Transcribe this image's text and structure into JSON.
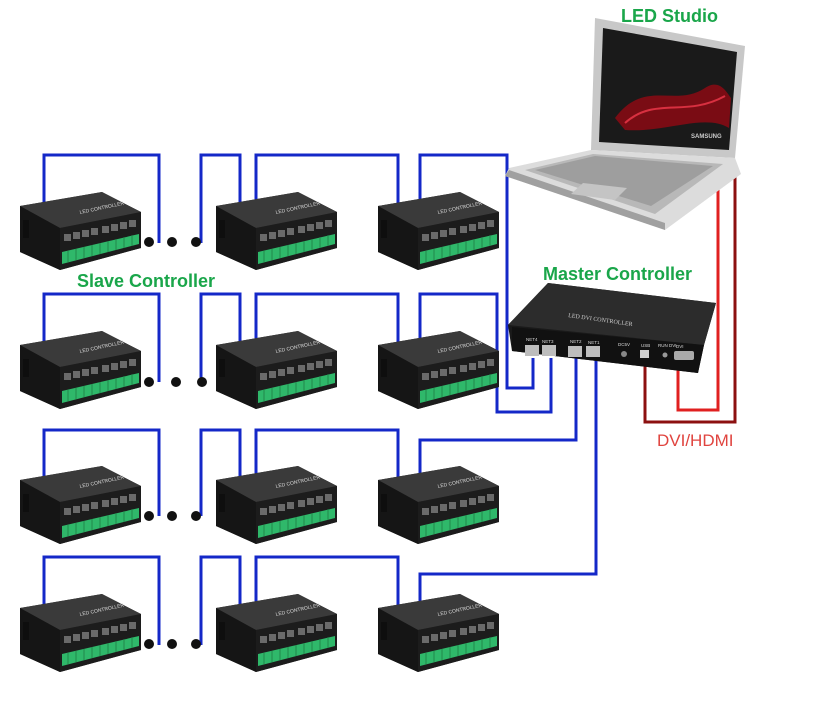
{
  "labels": {
    "led_studio": "LED Studio",
    "slave_controller": "Slave Controller",
    "master_controller": "Master Controller",
    "dvi_hdmi": "DVI/HDMI"
  },
  "devices": {
    "slave_plate": "LED CONTROLLER",
    "master_plate": "LED DVI CONTROLLER",
    "laptop_brand": "SAMSUNG",
    "master_ports": [
      "NET4",
      "NET3",
      "NET2",
      "NET1",
      "DC5V",
      "USB",
      "RUN DVI",
      "DVI"
    ]
  },
  "colors": {
    "ethernet_wire": "#1428c8",
    "dvi_wire": "#e02020",
    "usb_wire": "#8c1010",
    "label_green": "#1aa64a",
    "controller_body": "#1e1e1e",
    "terminal_green": "#2fb86a"
  }
}
